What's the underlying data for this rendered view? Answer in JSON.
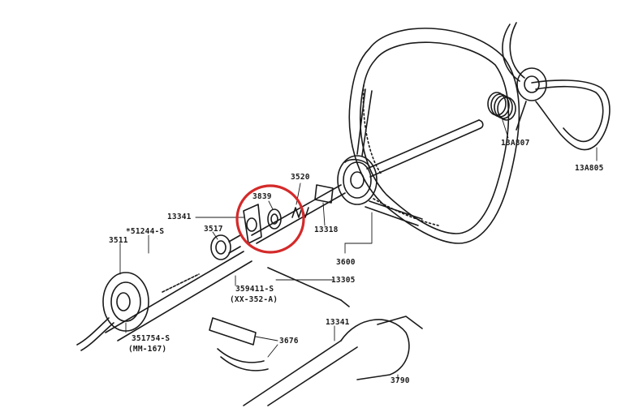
{
  "diagram": {
    "labels": {
      "p13a807": "13A807",
      "p13a805": "13A805",
      "p3520": "3520",
      "p3839": "3839",
      "p13341_top": "13341",
      "p3517": "3517",
      "p51244": "*51244-S",
      "p3511": "3511",
      "p13318": "13318",
      "p3600": "3600",
      "p359411": "359411-S",
      "p359411_sub": "(XX-352-A)",
      "p13305": "13305",
      "p351754": "351754-S",
      "p351754_sub": "(MM-167)",
      "p3676": "3676",
      "p13341_bottom": "13341",
      "p3790": "3790"
    },
    "highlight_color": "#d42a2a",
    "line_color": "#1a1a1a"
  }
}
